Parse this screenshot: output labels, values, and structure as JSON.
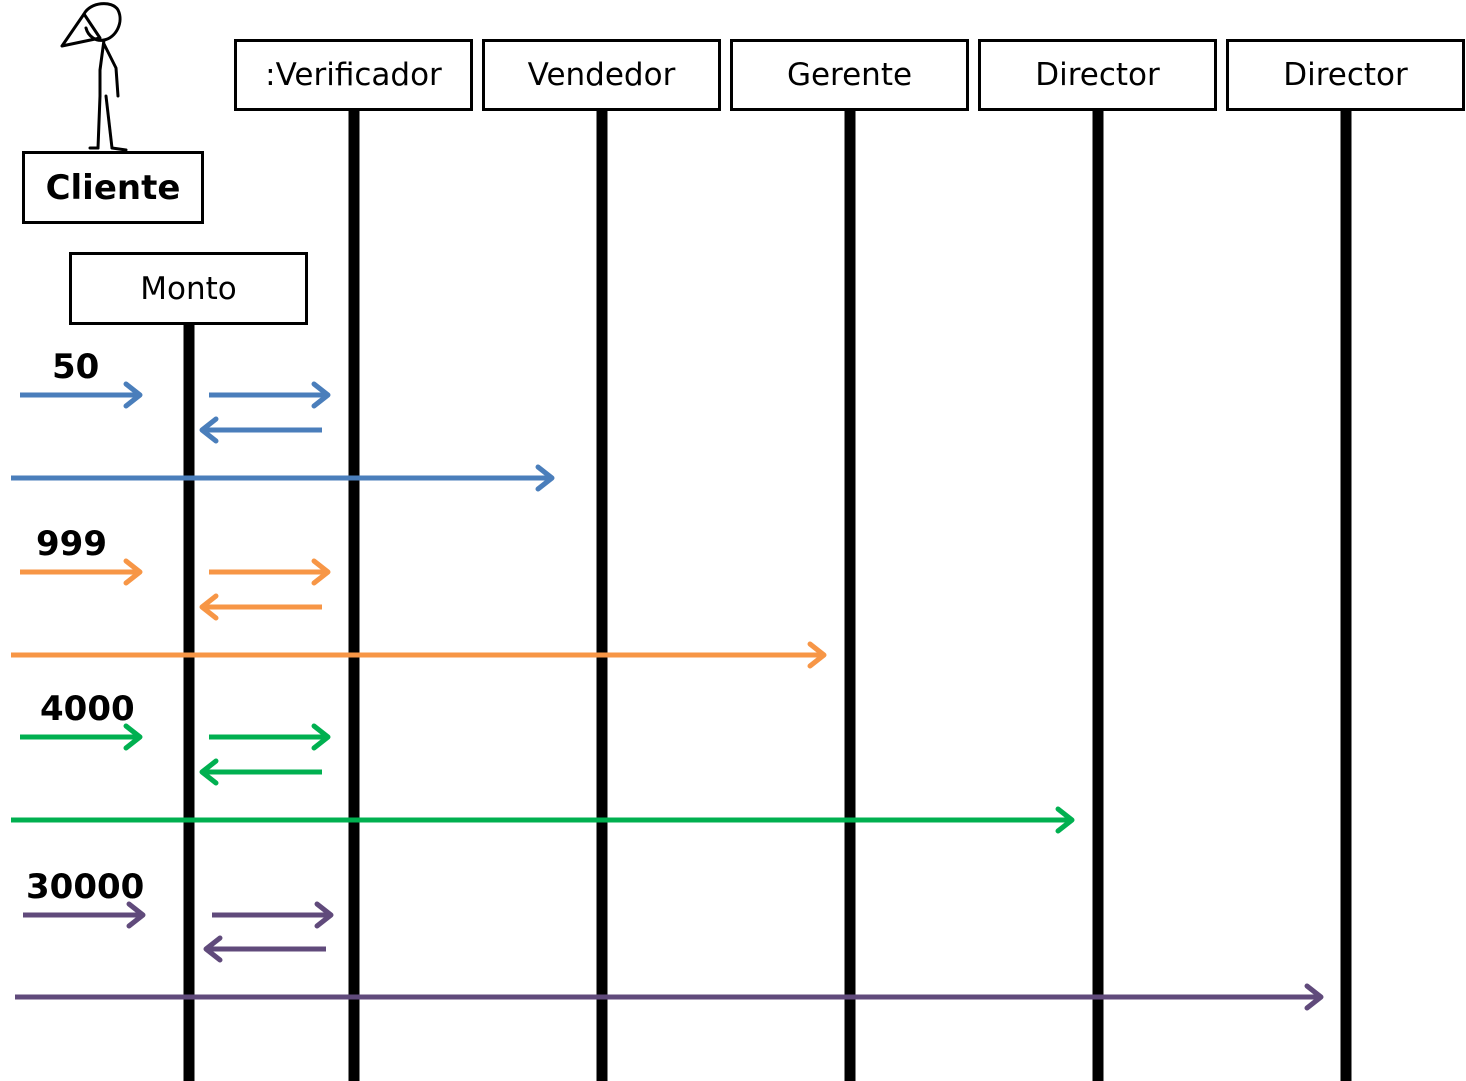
{
  "actor": {
    "label": "Cliente"
  },
  "objects": [
    {
      "label": ":Verificador"
    },
    {
      "label": "Vendedor"
    },
    {
      "label": "Gerente"
    },
    {
      "label": "Director"
    },
    {
      "label": "Director"
    }
  ],
  "monto": {
    "label": "Monto"
  },
  "scenarios": [
    {
      "amount": "50",
      "color": "#4A7EBB"
    },
    {
      "amount": "999",
      "color": "#F79646"
    },
    {
      "amount": "4000",
      "color": "#00B050"
    },
    {
      "amount": "30000",
      "color": "#604A7B"
    }
  ]
}
